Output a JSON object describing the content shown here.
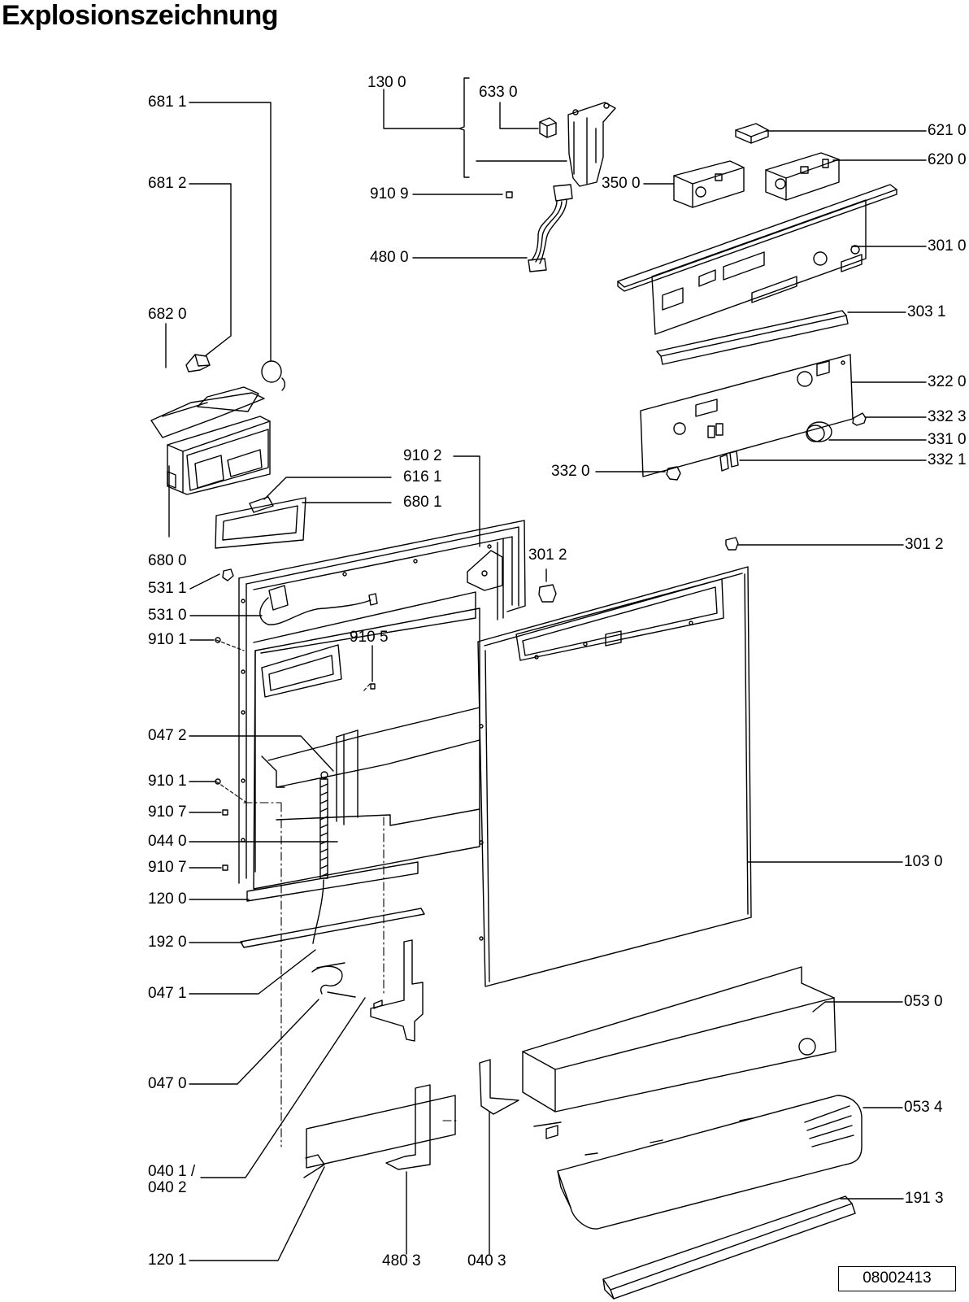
{
  "title": "Explosionszeichnung",
  "document_number": "08002413",
  "labels": {
    "l_6811": "681 1",
    "l_6812": "681 2",
    "l_6820": "682 0",
    "l_6800": "680 0",
    "l_6161": "616 1",
    "l_6801": "680 1",
    "l_5311": "531 1",
    "l_5310": "531 0",
    "l_9101a": "910 1",
    "l_9105": "910 5",
    "l_0472": "047 2",
    "l_9101b": "910 1",
    "l_9107a": "910 7",
    "l_0440": "044 0",
    "l_9107b": "910 7",
    "l_1200": "120 0",
    "l_1920": "192 0",
    "l_0471": "047 1",
    "l_0470": "047 0",
    "l_0401": "040 1 /",
    "l_0402": "040 2",
    "l_1201": "120 1",
    "l_4803": "480 3",
    "l_0403": "040 3",
    "l_1300": "130 0",
    "l_6330": "633 0",
    "l_9109": "910 9",
    "l_4800": "480 0",
    "l_9102": "910 2",
    "l_3012a": "301 2",
    "l_3320a": "332 0",
    "l_3500": "350 0",
    "l_6210": "621 0",
    "l_6200": "620 0",
    "l_3010": "301 0",
    "l_3031": "303 1",
    "l_3220": "322 0",
    "l_3323": "332 3",
    "l_3310": "331 0",
    "l_3321": "332 1",
    "l_3012b": "301 2",
    "l_1030": "103 0",
    "l_0530": "053 0",
    "l_0534": "053 4",
    "l_1913": "191 3"
  }
}
